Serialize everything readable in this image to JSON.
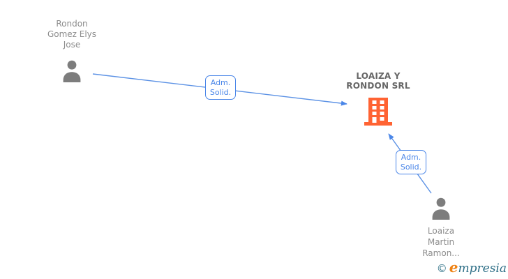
{
  "canvas": {
    "background": "#ffffff"
  },
  "nodes": {
    "person1": {
      "icon": "person-silhouette",
      "name_lines": [
        "Rondon",
        "Gomez Elys",
        "Jose"
      ]
    },
    "company": {
      "icon": "office-building",
      "name_lines": [
        "LOAIZA Y",
        "RONDON SRL"
      ]
    },
    "person2": {
      "icon": "person-silhouette",
      "name_lines": [
        "Loaiza",
        "Martin",
        "Ramon..."
      ]
    }
  },
  "edges": [
    {
      "from": "person1",
      "to": "company",
      "label_lines": [
        "Adm.",
        "Solid."
      ]
    },
    {
      "from": "person2",
      "to": "company",
      "label_lines": [
        "Adm.",
        "Solid."
      ]
    }
  ],
  "watermark": {
    "copyright_symbol": "©",
    "brand_initial": "e",
    "brand_rest": "mpresia"
  },
  "colors": {
    "edge_line_blue": "#5c92e5",
    "edge_accent_blue": "#4a86e8",
    "person_icon_gray": "#7d7d7d",
    "person_name_gray": "#8c8c8c",
    "company_name_gray": "#666666",
    "building_orange": "#ff6333",
    "logo_teal": "#2d7086",
    "logo_orange": "#ee8214"
  }
}
